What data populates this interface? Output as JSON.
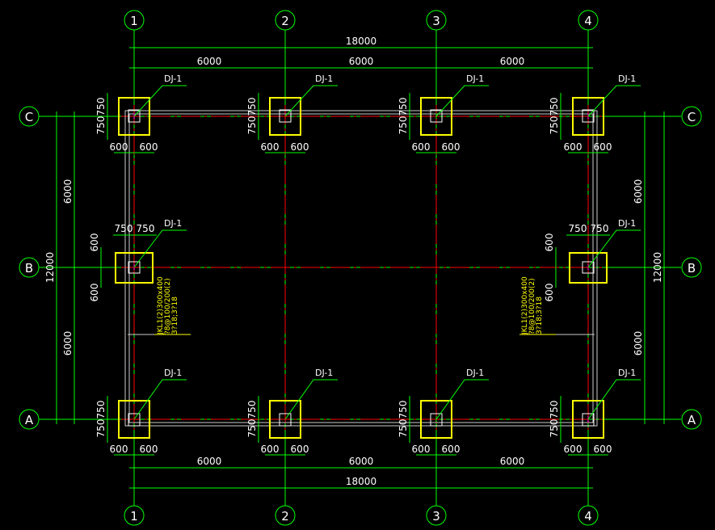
{
  "drawing": {
    "grid_x": [
      "1",
      "2",
      "3",
      "4"
    ],
    "grid_y": [
      "C",
      "B",
      "A"
    ],
    "total_length": "18000",
    "bay_length": "6000",
    "total_width": "12000",
    "half_width": "6000",
    "footing_half_x": "600",
    "footing_half_y": "750",
    "side_footing_half_x": "750",
    "side_footing_half_y": "600",
    "footing_label": "DJ-1",
    "beam_label": [
      "JKL1(2)300x400",
      "?8@100/200(2)",
      "3?18;3?18"
    ]
  }
}
